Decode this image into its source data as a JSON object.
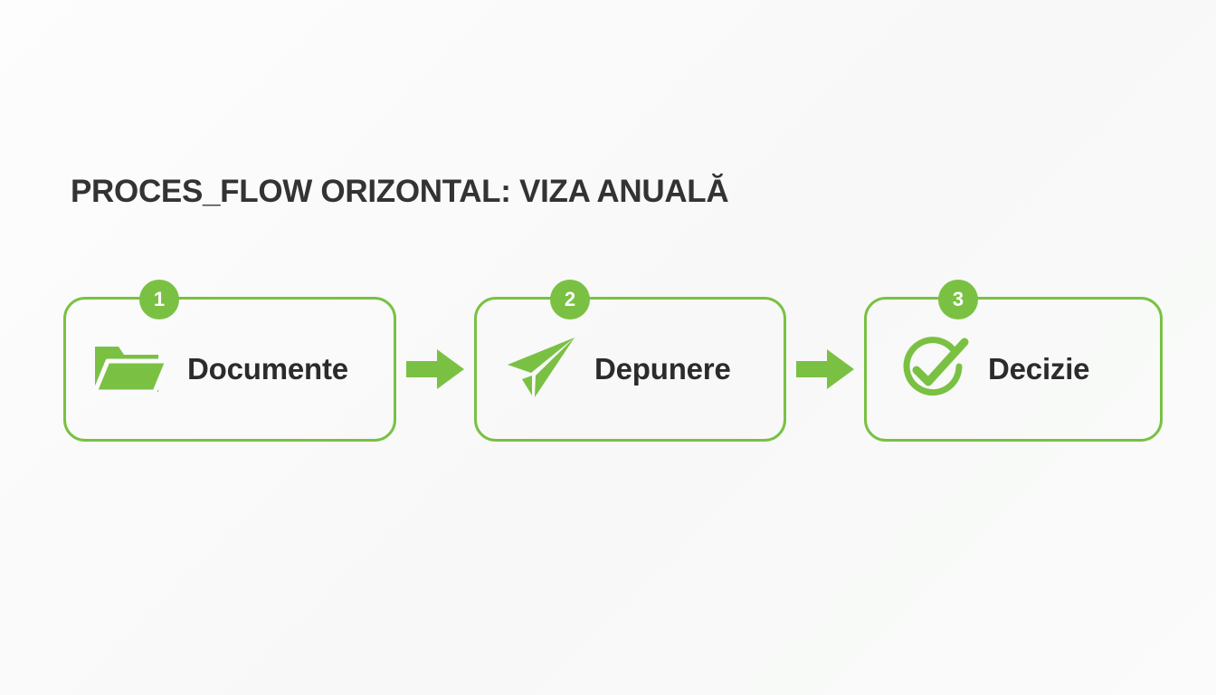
{
  "page": {
    "title": "PROCES_FLOW ORIZONTAL: VIZA ANUALĂ",
    "background_color": "#fbfbfb",
    "accent_color": "#7ac143",
    "text_color": "#2b2b2b",
    "title_color": "#333333"
  },
  "flow": {
    "orientation": "horizontal",
    "steps": [
      {
        "number": "1",
        "label": "Documente",
        "icon": "folder-open-icon"
      },
      {
        "number": "2",
        "label": "Depunere",
        "icon": "paper-plane-icon"
      },
      {
        "number": "3",
        "label": "Decizie",
        "icon": "check-circle-icon"
      }
    ],
    "connectors": [
      {
        "icon": "arrow-right-icon"
      },
      {
        "icon": "arrow-right-icon"
      }
    ]
  }
}
